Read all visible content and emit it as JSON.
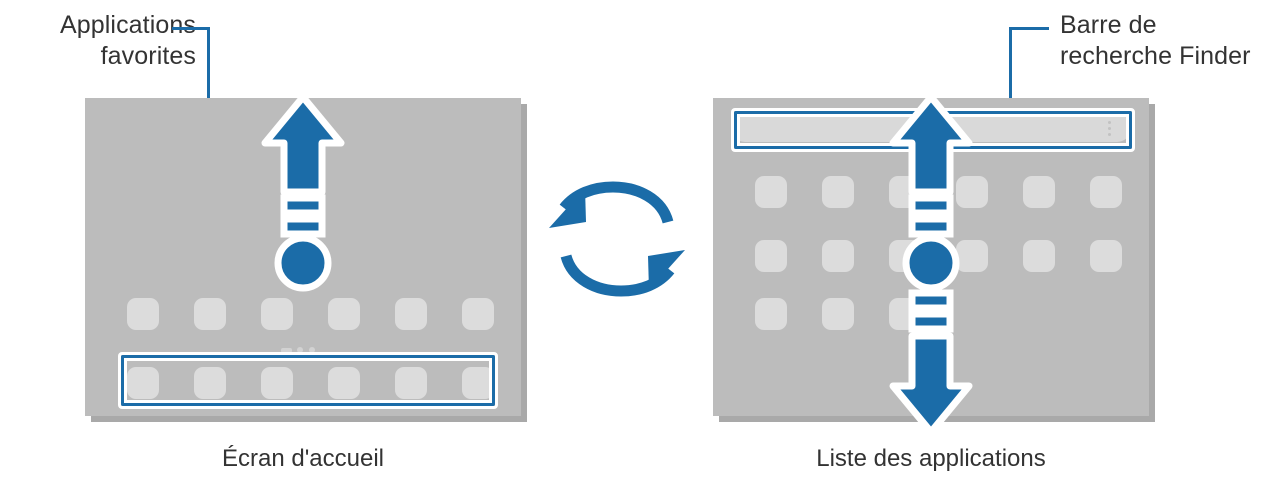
{
  "colors": {
    "accent_blue": "#1b6ca8",
    "screen_bg": "#bcbcbc",
    "screen_shadow": "#a9a9a9",
    "icon_fill": "#dcdcdc",
    "searchbar_fill": "#d9d9d9",
    "text": "#333333",
    "white": "#ffffff"
  },
  "callouts": {
    "favorites": {
      "label": "Applications\nfavorites",
      "points_to": "dock-favorites-row"
    },
    "finder": {
      "label": "Barre de\nrecherche Finder",
      "points_to": "finder-search-bar"
    }
  },
  "left_screen": {
    "caption": "Écran d'accueil",
    "home_row_icons": 6,
    "dock_icons": 6,
    "page_indicator": {
      "dash_count": 1,
      "dot_count": 2
    },
    "gesture": {
      "direction": "up",
      "name": "swipe-up"
    }
  },
  "right_screen": {
    "caption": "Liste des applications",
    "search_bar": {
      "placeholder": "",
      "kebab_dots": 3
    },
    "grid_rows": 3,
    "grid_columns": 6,
    "gestures": [
      {
        "direction": "up",
        "name": "swipe-up"
      },
      {
        "direction": "down",
        "name": "swipe-down"
      }
    ]
  },
  "center_icon": {
    "name": "sync-arrows-icon",
    "meaning": "toggle between home screen and apps list"
  }
}
